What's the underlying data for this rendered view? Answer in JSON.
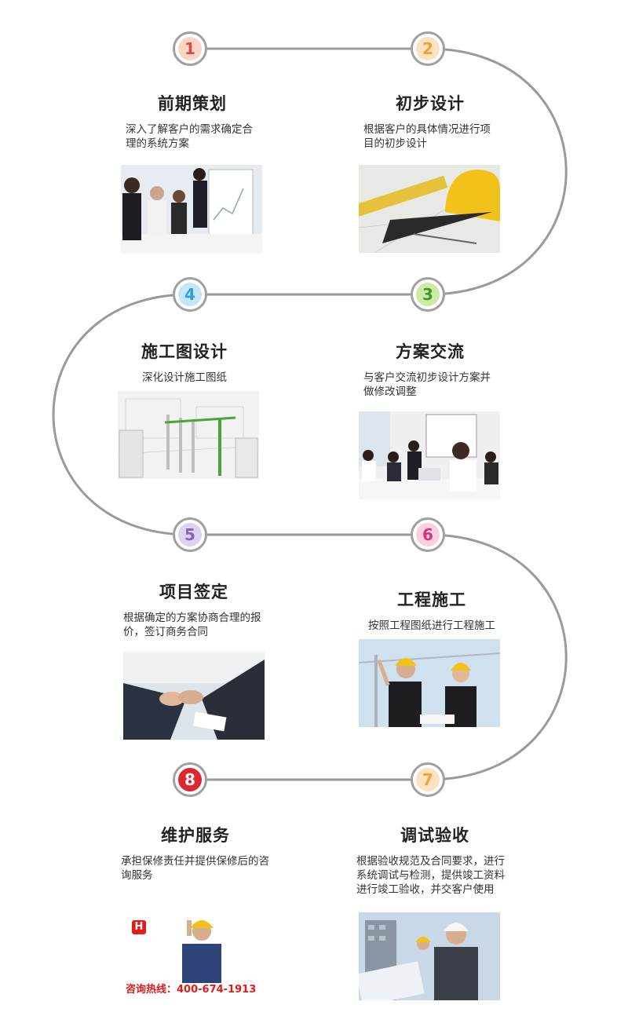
{
  "steps": [
    {
      "num": "1",
      "title": "前期策划",
      "desc": "深入了解客户的需求确定合理的系统方案",
      "color": "#e04848",
      "bg": "#f8d6c8"
    },
    {
      "num": "2",
      "title": "初步设计",
      "desc": "根据客户的具体情况进行项目的初步设计",
      "color": "#f2a03a",
      "bg": "#fde2c0"
    },
    {
      "num": "3",
      "title": "方案交流",
      "desc": "与客户交流初步设计方案并做修改调整",
      "color": "#3f9a2e",
      "bg": "#cfeaa4"
    },
    {
      "num": "4",
      "title": "施工图设计",
      "desc": "深化设计施工图纸",
      "color": "#2f9fd8",
      "bg": "#c4e6f7"
    },
    {
      "num": "5",
      "title": "项目签定",
      "desc": "根据确定的方案协商合理的报价，签订商务合同",
      "color": "#8066b6",
      "bg": "#ddd2ef"
    },
    {
      "num": "6",
      "title": "工程施工",
      "desc": "按照工程图纸进行工程施工",
      "color": "#d8327e",
      "bg": "#f9d0e2"
    },
    {
      "num": "7",
      "title": "调试验收",
      "desc": "根据验收规范及合同要求，进行系统调试与检测，提供竣工资料进行竣工验收，并交客户使用",
      "color": "#f2a03a",
      "bg": "#fde2c0"
    },
    {
      "num": "8",
      "title": "维护服务",
      "desc": "承担保修责任并提供保修后的咨询服务",
      "color": "#e0262e",
      "bg": "#ffffff"
    }
  ],
  "hotline": "咨询热线：400-674-1913",
  "logo_letter": "H",
  "path_color": "#9a9a9a"
}
